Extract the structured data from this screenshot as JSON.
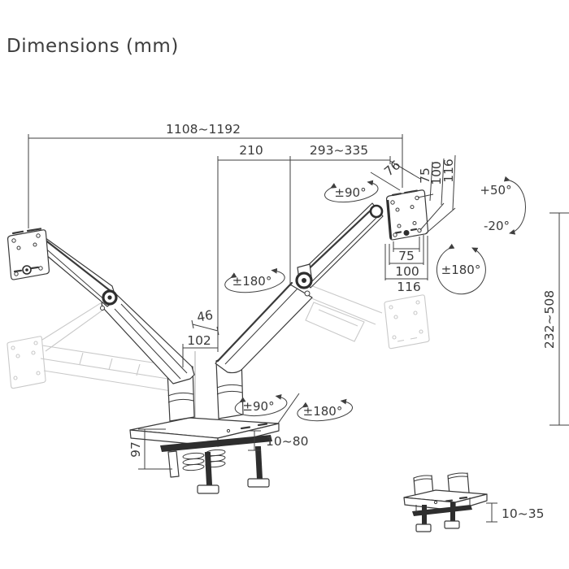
{
  "title": "Dimensions (mm)",
  "colors": {
    "line": "#3f3f3f",
    "ghost": "#c9c9c9",
    "text": "#3a3a3a",
    "background": "#ffffff"
  },
  "dimensions": {
    "total_width": "1108~1192",
    "front_arm_reach": "210",
    "rear_arm_reach": "293~335",
    "plate_depth_offset": "76",
    "vesa_vertical": {
      "v75": "75",
      "v100": "100",
      "v116": "116"
    },
    "tilt_up": "+50°",
    "tilt_down": "-20°",
    "plate_rotation": "±180°",
    "swivel_upper_arm": "±90°",
    "swivel_elbow": "±180°",
    "vesa_horizontal": {
      "h75": "75",
      "h100": "100",
      "h116": "116"
    },
    "post_offset": "46",
    "post_spacing": "102",
    "height_range": "232~508",
    "base_height": "97",
    "clamp_thickness": "10~80",
    "base_swivel_90": "±90°",
    "base_swivel_180": "±180°",
    "grommet_thickness": "10~35"
  }
}
